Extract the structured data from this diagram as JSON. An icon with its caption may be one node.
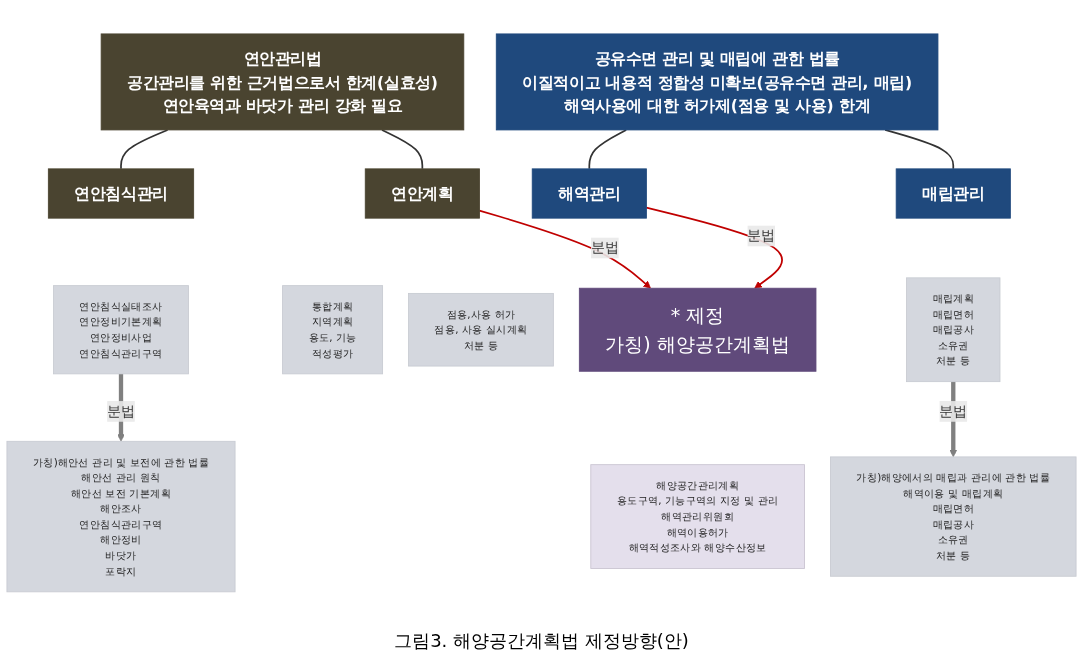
{
  "diagram": {
    "caption": "그림3. 해양공간계획법 제정방향(안)",
    "nodes": [
      {
        "text": [
          "연안관리법",
          "공간관리를 위한 근거법으로서 한계(실효성)",
          "연안육역과 바닷가 관리 강화 필요"
        ]
      },
      {
        "text": [
          "연안침식관리"
        ]
      },
      {
        "text": [
          "연안계획"
        ]
      },
      {
        "text": [
          "연안침식실태조사",
          "연안정비기본계획",
          "연안정비사업",
          "연안침식관리구역"
        ]
      },
      {
        "text": [
          "통합계획",
          "지역계획",
          "용도, 기능",
          "적성평가"
        ]
      },
      {
        "text": [
          "공유수면 관리 및 매립에 관한 법률",
          "이질적이고 내용적 정합성 미확보(공유수면 관리, 매립)",
          "해역사용에 대한 허가제(점용 및 사용) 한계"
        ]
      },
      {
        "text": [
          "해역관리"
        ]
      },
      {
        "text": [
          "매립관리"
        ]
      },
      {
        "text": [
          "점용,사용 허가",
          "점용, 사용 실시계획",
          "처분 등"
        ]
      },
      {
        "text": [
          "매립계획",
          "매립면허",
          "매립공사",
          "소유권",
          "처분 등"
        ]
      },
      {
        "text": [
          "가칭)해안선 관리 및 보전에 관한 법률",
          "해안선 관리 원칙",
          "해안선 보전 기본계획",
          "해안조사",
          "연안침식관리구역",
          "해안정비",
          "바닷가",
          "포락지"
        ]
      },
      {
        "text": [
          "* 제정",
          "가칭) 해양공간계획법"
        ]
      },
      {
        "text": [
          "해양공간관리계획",
          "용도구역, 기능구역의 지정 및 관리",
          "해역관리위원회",
          "해역이용허가",
          "해역적성조사와 해양수산정보"
        ]
      },
      {
        "text": [
          "가칭)해양에서의 매립과 관리에 관한 법률",
          "해역이용 및 매립계획",
          "매립면허",
          "매립공사",
          "소유권",
          "처분 등"
        ]
      }
    ],
    "edges": [
      {
        "from": 0,
        "to": 1,
        "arrow": "none"
      },
      {
        "from": 0,
        "to": 2,
        "arrow": "none"
      },
      {
        "from": 5,
        "to": 6,
        "arrow": "none"
      },
      {
        "from": 5,
        "to": 7,
        "arrow": "none"
      },
      {
        "from": 3,
        "to": 10,
        "arrow": "to",
        "label": "분법",
        "style": "thick",
        "color": "#808080"
      },
      {
        "from": 2,
        "to": 11,
        "arrow": "to",
        "label": "분법",
        "color": "#c00000"
      },
      {
        "from": 6,
        "to": 11,
        "arrow": "to",
        "label": "분법",
        "color": "#c00000"
      },
      {
        "from": 9,
        "to": 13,
        "arrow": "to",
        "label": "분법",
        "style": "thick",
        "color": "#808080"
      }
    ]
  }
}
